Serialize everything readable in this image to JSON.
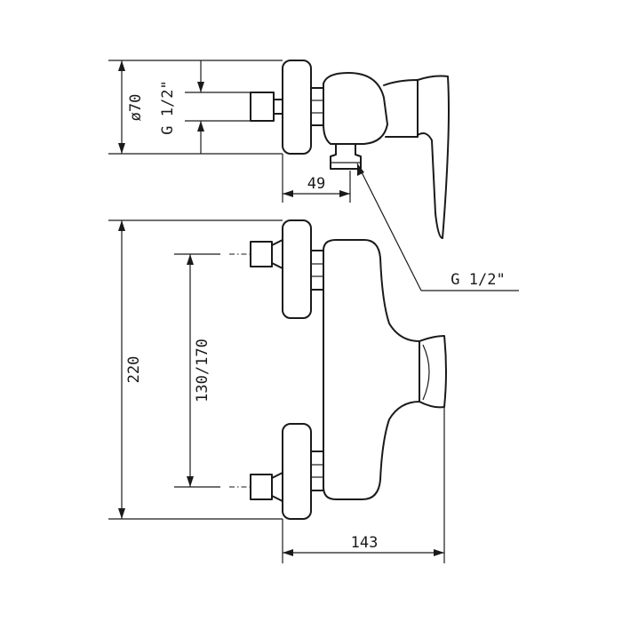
{
  "dimensions": {
    "inlet_diameter": "ø70",
    "inlet_thread_side": "G 1/2\"",
    "outlet_offset": "49",
    "outlet_thread": "G 1/2\"",
    "total_height": "220",
    "inlet_center_distance": "130/170",
    "total_depth": "143"
  }
}
